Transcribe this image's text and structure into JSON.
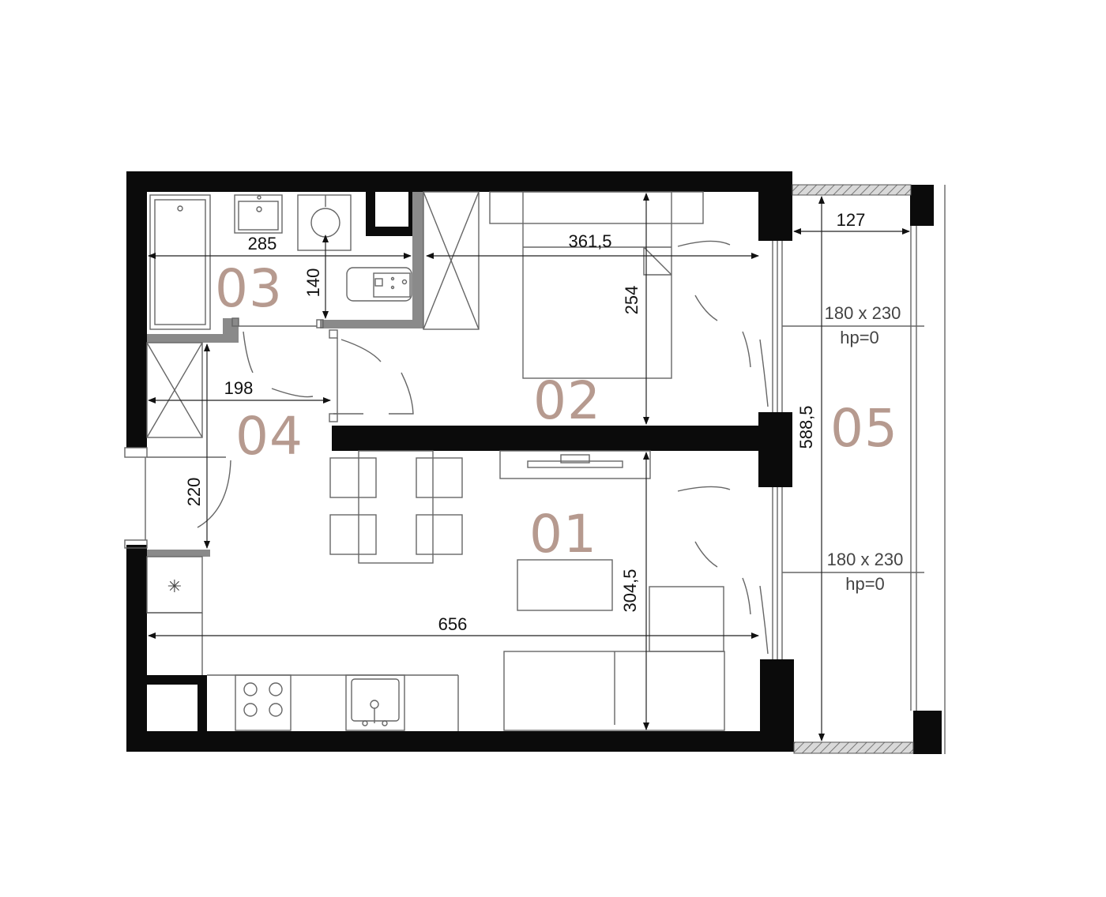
{
  "rooms": [
    {
      "id": "01",
      "label": "01"
    },
    {
      "id": "02",
      "label": "02"
    },
    {
      "id": "03",
      "label": "03"
    },
    {
      "id": "04",
      "label": "04"
    },
    {
      "id": "05",
      "label": "05"
    }
  ],
  "dimensions": {
    "bath_width": "285",
    "bath_depth": "140",
    "bedroom_width": "361,5",
    "bedroom_depth": "254",
    "hall_width": "198",
    "hall_depth": "220",
    "living_depth": "304,5",
    "total_width": "656",
    "total_depth": "588,5",
    "balcony_width": "127"
  },
  "windows": [
    {
      "size": "180 x 230",
      "hp": "hp=0"
    },
    {
      "size": "180 x 230",
      "hp": "hp=0"
    }
  ]
}
